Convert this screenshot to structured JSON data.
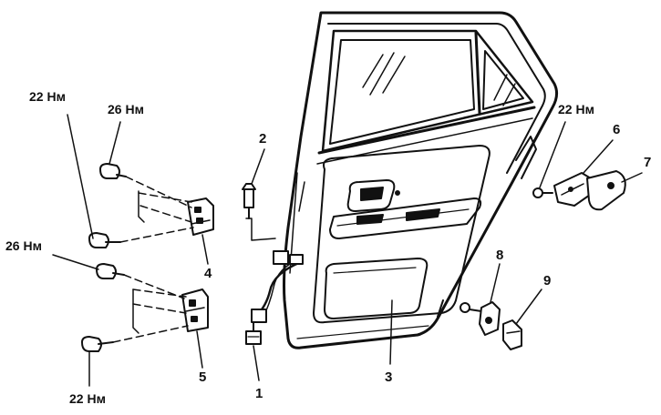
{
  "diagram": {
    "callouts": [
      {
        "id": "1",
        "text": "1"
      },
      {
        "id": "2",
        "text": "2"
      },
      {
        "id": "3",
        "text": "3"
      },
      {
        "id": "4",
        "text": "4"
      },
      {
        "id": "5",
        "text": "5"
      },
      {
        "id": "6",
        "text": "6"
      },
      {
        "id": "7",
        "text": "7"
      },
      {
        "id": "8",
        "text": "8"
      },
      {
        "id": "9",
        "text": "9"
      }
    ],
    "torques": [
      {
        "id": "upper-hinge-outer",
        "text": "22 Нм"
      },
      {
        "id": "upper-hinge-top",
        "text": "26 Нм"
      },
      {
        "id": "lower-hinge-top",
        "text": "26 Нм"
      },
      {
        "id": "lower-hinge-bottom",
        "text": "22 Нм"
      },
      {
        "id": "striker",
        "text": "22 Нм"
      }
    ],
    "colors": {
      "ink": "#111111",
      "paper": "#ffffff",
      "shade": "#cfcfcf"
    }
  }
}
